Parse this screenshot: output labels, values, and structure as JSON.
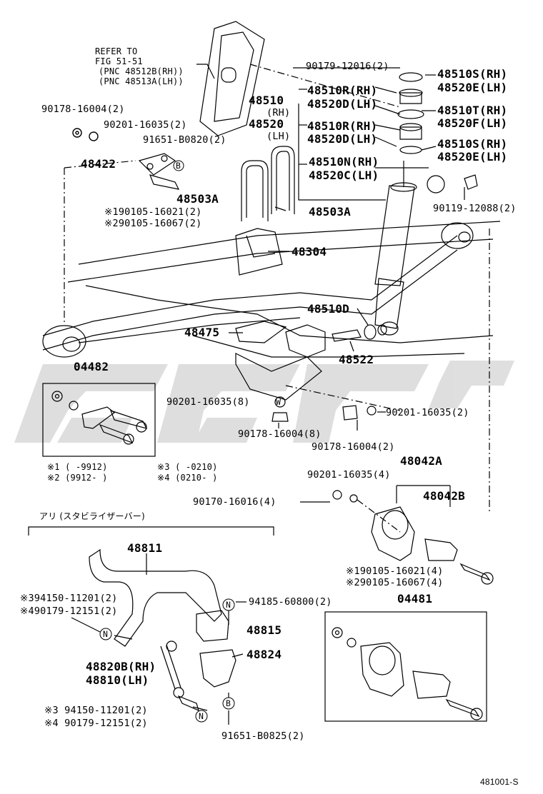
{
  "diagram": {
    "watermark_color": "#d6d6d6",
    "line_color": "#000000",
    "refer": {
      "line1": "REFER TO",
      "line2": "FIG 51-51",
      "line3": "(PNC 48512B(RH))",
      "line4": "(PNC 48513A(LH))"
    },
    "labels": {
      "p90178_16004_2_top": "90178-16004(2)",
      "p90201_16035_2_top": "90201-16035(2)",
      "p91651_b0820": "91651-B0820(2)",
      "p48422": "48422",
      "p48503a_left": "48503A",
      "p48503a_right": "48503A",
      "n1_90105_16021": "※190105-16021(2)",
      "n2_90105_16067": "※290105-16067(2)",
      "p48304": "48304",
      "p90179_12016": "90179-12016(2)",
      "p48510": "48510",
      "p48510_rh": "(RH)",
      "p48520": "48520",
      "p48520_lh": "(LH)",
      "p48510r_rh_1": "48510R(RH)",
      "p48520d_lh_1": "48520D(LH)",
      "p48510r_rh_2": "48510R(RH)",
      "p48520d_lh_2": "48520D(LH)",
      "p48510n_rh": "48510N(RH)",
      "p48520c_lh": "48520C(LH)",
      "p48510s_rh_1": "48510S(RH)",
      "p48520e_lh_1": "48520E(LH)",
      "p48510t_rh": "48510T(RH)",
      "p48520f_lh": "48520F(LH)",
      "p48510s_rh_2": "48510S(RH)",
      "p48520e_lh_2": "48520E(LH)",
      "p90119_12088": "90119-12088(2)",
      "p48510d": "48510D",
      "p48475": "48475",
      "p48522": "48522",
      "p04482": "04482",
      "p90201_16035_8": "90201-16035(8)",
      "p90178_16004_8": "90178-16004(8)",
      "p90201_16035_2_mid": "90201-16035(2)",
      "p90178_16004_2_mid": "90178-16004(2)",
      "note1": "※1 (     -9912)",
      "note2": "※2 (9912-     )",
      "note3": "※3 (     -0210)",
      "note4": "※4 (0210-     )",
      "p48042a": "48042A",
      "p48042b": "48042B",
      "p90201_16035_4": "90201-16035(4)",
      "p90170_16016_4": "90170-16016(4)",
      "n1_90105_16021_4": "※190105-16021(4)",
      "n2_90105_16067_4": "※290105-16067(4)",
      "p04481": "04481",
      "jp_stabilizer": "アリ (スタビライザーバー)",
      "p48811": "48811",
      "n3_94150_11201_a": "※394150-11201(2)",
      "n4_90179_12151_a": "※490179-12151(2)",
      "p94185_60800": "94185-60800(2)",
      "p48815": "48815",
      "p48824": "48824",
      "p48820b_rh": "48820B(RH)",
      "p48810_lh": "48810(LH)",
      "n3_94150_11201_b": "※3 94150-11201(2)",
      "n4_90179_12151_b": "※4 90179-12151(2)",
      "p91651_b0825": "91651-B0825(2)",
      "circle_b": "B",
      "circle_w": "W",
      "circle_n": "N",
      "footer": "481001-S"
    }
  }
}
